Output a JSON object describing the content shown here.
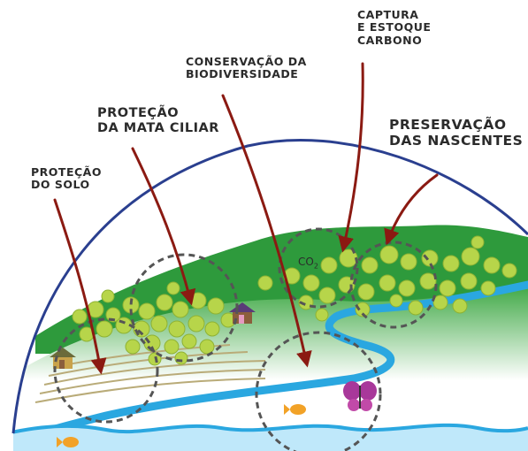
{
  "labels": {
    "carbon": {
      "line1": "CAPTURA",
      "line2": "E ESTOQUE",
      "line3": "CARBONO"
    },
    "biodiversity": {
      "line1": "CONSERVAÇÃO DA",
      "line2": "BIODIVERSIDADE"
    },
    "riparian": {
      "line1": "PROTEÇÃO",
      "line2": "DA MATA CILIAR"
    },
    "springs": {
      "line1": "PRESERVAÇÃO",
      "line2": "DAS NASCENTES"
    },
    "soil": {
      "line1": "PROTEÇÃO",
      "line2": "DO SOLO"
    }
  },
  "co2": {
    "main": "CO",
    "sub": "2"
  },
  "colors": {
    "arrow": "#8b1a12",
    "sky_arc": "#2a3f8f",
    "hill_dark": "#2e9a3c",
    "hill_light": "#55b446",
    "tree": "#b7d54a",
    "river": "#2aa7e0",
    "water": "#bfe8fa",
    "circle": "#555555",
    "fields": "#d8cda2"
  }
}
